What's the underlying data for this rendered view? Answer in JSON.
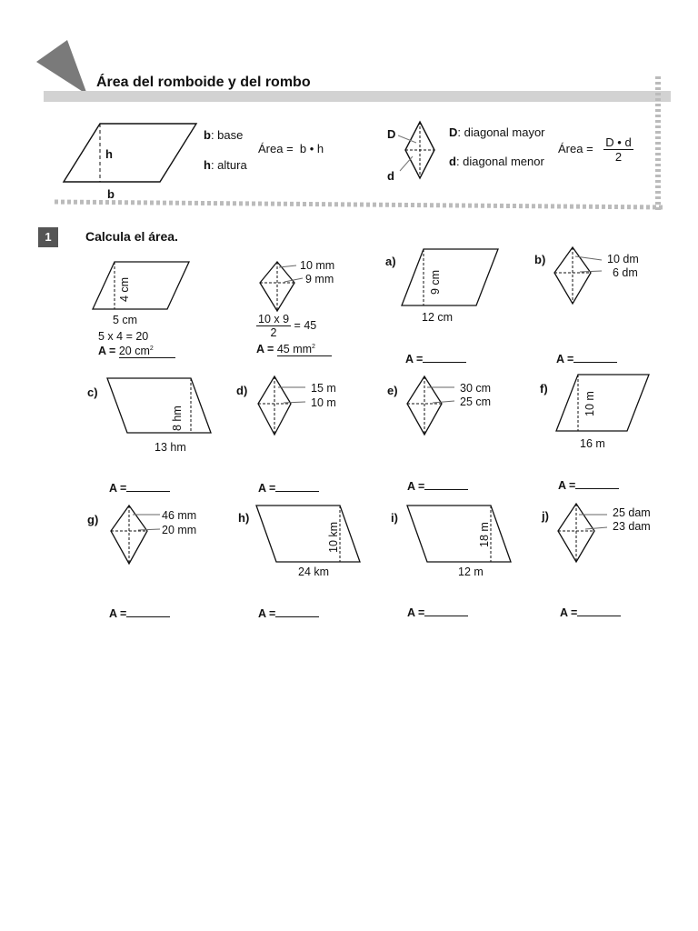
{
  "header": {
    "title": "Área del romboide y del rombo"
  },
  "legend": {
    "romboide": {
      "h_label": "h",
      "b_label": "b",
      "base_key": "b",
      "base_text": ": base",
      "height_key": "h",
      "height_text": ": altura",
      "formula": "Área =  b • h"
    },
    "rombo": {
      "D_label": "D",
      "d_label": "d",
      "major_key": "D",
      "major_text": ": diagonal mayor",
      "minor_key": "d",
      "minor_text": ": diagonal menor",
      "formula_prefix": "Área =",
      "formula_num": "D • d",
      "formula_den": "2"
    }
  },
  "exercise": {
    "number": "1",
    "instruction": "Calcula el área."
  },
  "examples": {
    "romboide": {
      "height": "4 cm",
      "base": "5 cm",
      "calc": "5 x 4 = 20",
      "answer_label": "A =",
      "answer_value": "20 cm",
      "answer_exp": "2"
    },
    "rombo": {
      "D": "10 mm",
      "d": "9 mm",
      "num": "10 x 9",
      "den": "2",
      "result": "= 45",
      "answer_label": "A =",
      "answer_value": "45 mm",
      "answer_exp": "2"
    }
  },
  "items": {
    "a": {
      "letter": "a)",
      "height": "9 cm",
      "base": "12 cm",
      "answer": "A ="
    },
    "b": {
      "letter": "b)",
      "D": "10 dm",
      "d": "6 dm",
      "answer": "A ="
    },
    "c": {
      "letter": "c)",
      "height": "8 hm",
      "base": "13 hm",
      "answer": "A ="
    },
    "d": {
      "letter": "d)",
      "D": "15 m",
      "d": "10 m",
      "answer": "A ="
    },
    "e": {
      "letter": "e)",
      "D": "30 cm",
      "d": "25 cm",
      "answer": "A ="
    },
    "f": {
      "letter": "f)",
      "height": "10 m",
      "base": "16 m",
      "answer": "A ="
    },
    "g": {
      "letter": "g)",
      "D": "46 mm",
      "d": "20 mm",
      "answer": "A ="
    },
    "h": {
      "letter": "h)",
      "height": "10 km",
      "base": "24 km",
      "answer": "A ="
    },
    "i": {
      "letter": "i)",
      "height": "18 m",
      "base": "12 m",
      "answer": "A ="
    },
    "j": {
      "letter": "j)",
      "D": "25 dam",
      "d": "23 dam",
      "answer": "A ="
    }
  }
}
